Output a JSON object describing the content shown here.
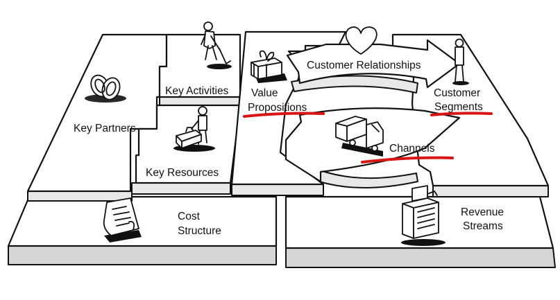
{
  "canvas": {
    "key_partners": "Key Partners",
    "key_activities": "Key Activities",
    "key_resources": "Key Resources",
    "value_propositions": [
      "Value",
      "Propositions"
    ],
    "customer_relationships": "Customer Relationships",
    "channels": "Channels",
    "customer_segments": [
      "Customer",
      "Segments"
    ],
    "cost_structure": [
      "Cost",
      "Structure"
    ],
    "revenue_streams": [
      "Revenue",
      "Streams"
    ]
  },
  "colors": {
    "highlight_underline": "#d81515",
    "block_top": "#ffffff",
    "block_side": "#d6d6d6",
    "ink": "#111111"
  },
  "icons": [
    "rings-icon",
    "digging-person-icon",
    "gift-box-icon",
    "heart-icon",
    "standing-person-icon",
    "person-with-cart-icon",
    "truck-icon",
    "document-icon",
    "cash-register-icon"
  ]
}
